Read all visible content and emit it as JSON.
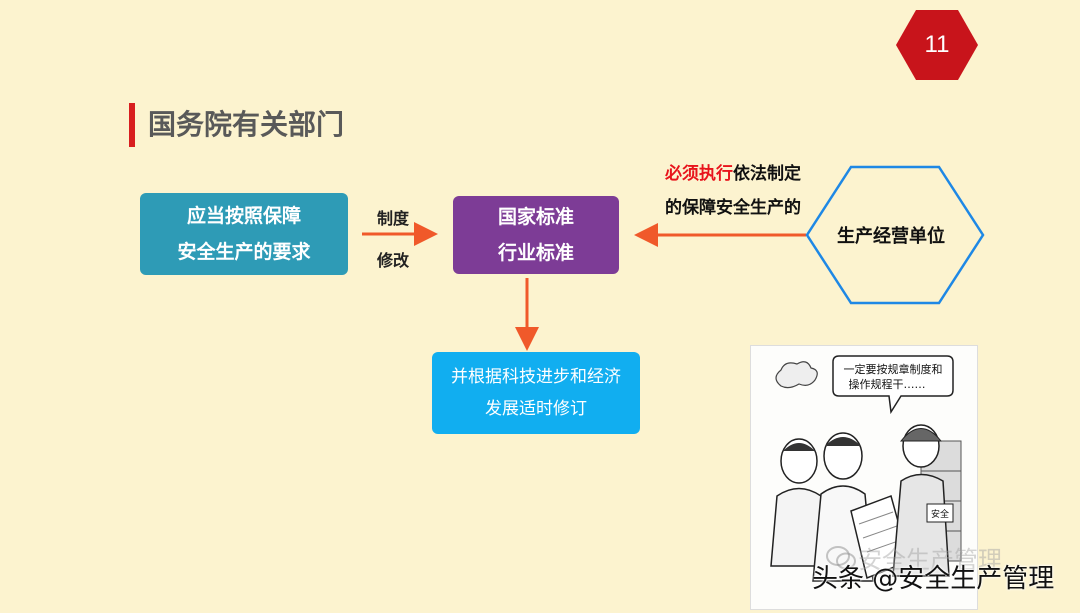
{
  "page_number": "11",
  "title": "国务院有关部门",
  "boxes": {
    "requirement": [
      "应当按照保障",
      "安全生产的要求"
    ],
    "standard": [
      "国家标准",
      "行业标准"
    ],
    "revise": [
      "并根据科技进步和经济",
      "发展适时修订"
    ]
  },
  "arrow_labels": {
    "top": "制度",
    "bottom": "修改"
  },
  "must": {
    "red": "必须执行",
    "rest_line1": "依法制定",
    "line2": "的保障安全生产的"
  },
  "hexagon_label": "生产经营单位",
  "cartoon": {
    "speech_line1": "一定要按规章制度和",
    "speech_line2": "操作规程干……",
    "sign": "安全"
  },
  "watermark": {
    "faded": "安全生产管理",
    "main": "头条 @安全生产管理"
  },
  "colors": {
    "background": "#fcf3cf",
    "accent_red": "#d81e1e",
    "teal": "#2e9bb6",
    "purple": "#7d3c96",
    "sky": "#11aef0",
    "arrow": "#f0592a",
    "hex_border": "#1e88e5"
  }
}
